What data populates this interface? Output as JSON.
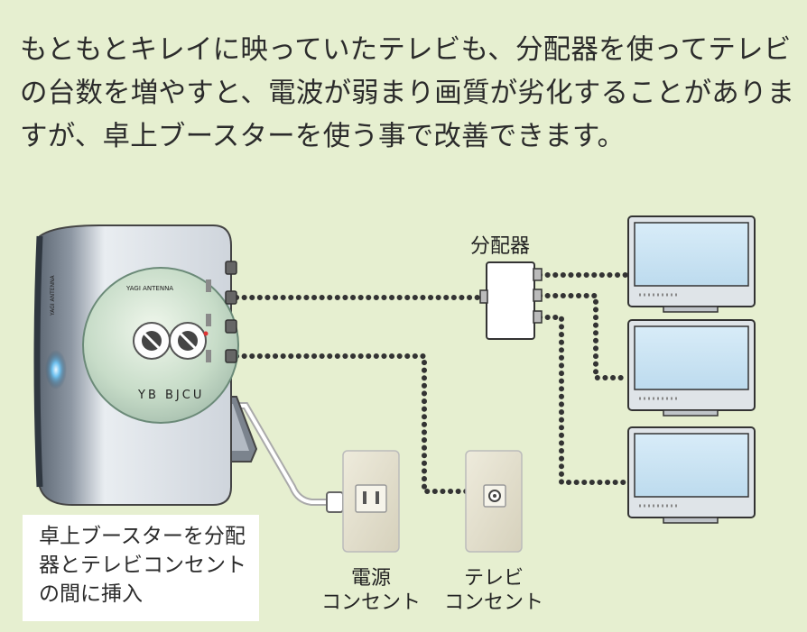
{
  "intro_text": "もともとキレイに映っていたテレビも、分配器を使ってテレビの台数を増やすと、電波が弱まり画質が劣化することがありますが、卓上ブースターを使う事で改善できます。",
  "booster": {
    "brand_text": "YAGI ANTENNA",
    "model_text": "YB BJCU"
  },
  "splitter_label": "分配器",
  "outlets": {
    "power_line1": "電源",
    "power_line2": "コンセント",
    "tv_line1": "テレビ",
    "tv_line2": "コンセント"
  },
  "caption_text": "卓上ブースターを分配器とテレビコンセントの間に挿入",
  "colors": {
    "background": "#e6efd0",
    "cable": "#333333",
    "screen": "#cfe6f4"
  }
}
